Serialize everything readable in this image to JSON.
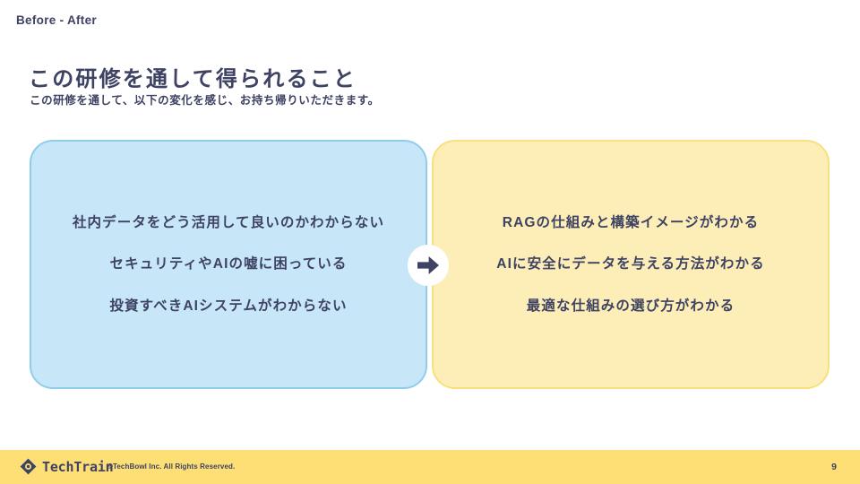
{
  "slide": {
    "eyebrow": "Before - After",
    "title": "この研修を通して得られること",
    "subtitle": "この研修を通して、以下の変化を感じ、お持ち帰りいただきます。",
    "background_color": "#ffffff",
    "text_color": "#3e4263"
  },
  "comparison": {
    "arrow_icon": "arrow-right-icon",
    "before": {
      "fill_color": "#c7e7f8",
      "border_color": "#8fcdeb",
      "lines": [
        "社内データをどう活用して良いのかわからない",
        "セキュリティやAIの嘘に困っている",
        "投資すべきAIシステムがわからない"
      ]
    },
    "after": {
      "fill_color": "#fdeeb8",
      "border_color": "#fadf7c",
      "lines": [
        "RAGの仕組みと構築イメージがわかる",
        "AIに安全にデータを与える方法がわかる",
        "最適な仕組みの選び方がわかる"
      ]
    }
  },
  "footer": {
    "background_color": "#fddf76",
    "logo_icon": "techtrain-diamond-logo",
    "brand_name": "TechTrain",
    "copyright": "©TechBowl Inc. All Rights Reserved.",
    "page_number": "9"
  }
}
